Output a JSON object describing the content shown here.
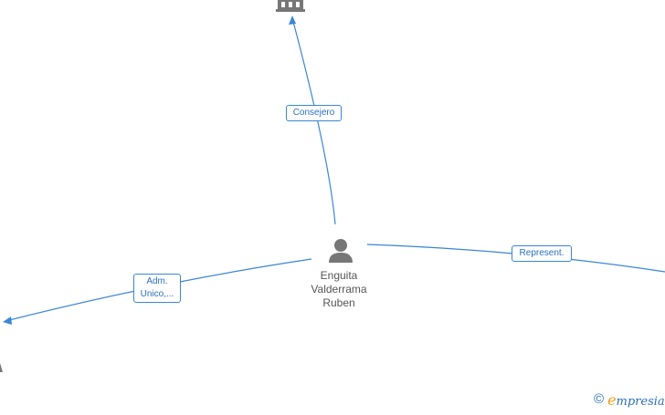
{
  "nodes": {
    "center_person": {
      "name_lines": [
        "Enguita",
        "Valderrama",
        "Ruben"
      ]
    }
  },
  "edges": [
    {
      "label": "Consejero"
    },
    {
      "label_lines": [
        "Adm.",
        "Unico,..."
      ]
    },
    {
      "label": "Represent."
    }
  ],
  "brand": {
    "copyright": "©",
    "initial": "e",
    "name_rest": "mpresia"
  },
  "colors": {
    "edge": "#3a86d8",
    "label_text": "#2a6fc0",
    "node_icon": "#777777",
    "brand_accent": "#f39c12"
  }
}
